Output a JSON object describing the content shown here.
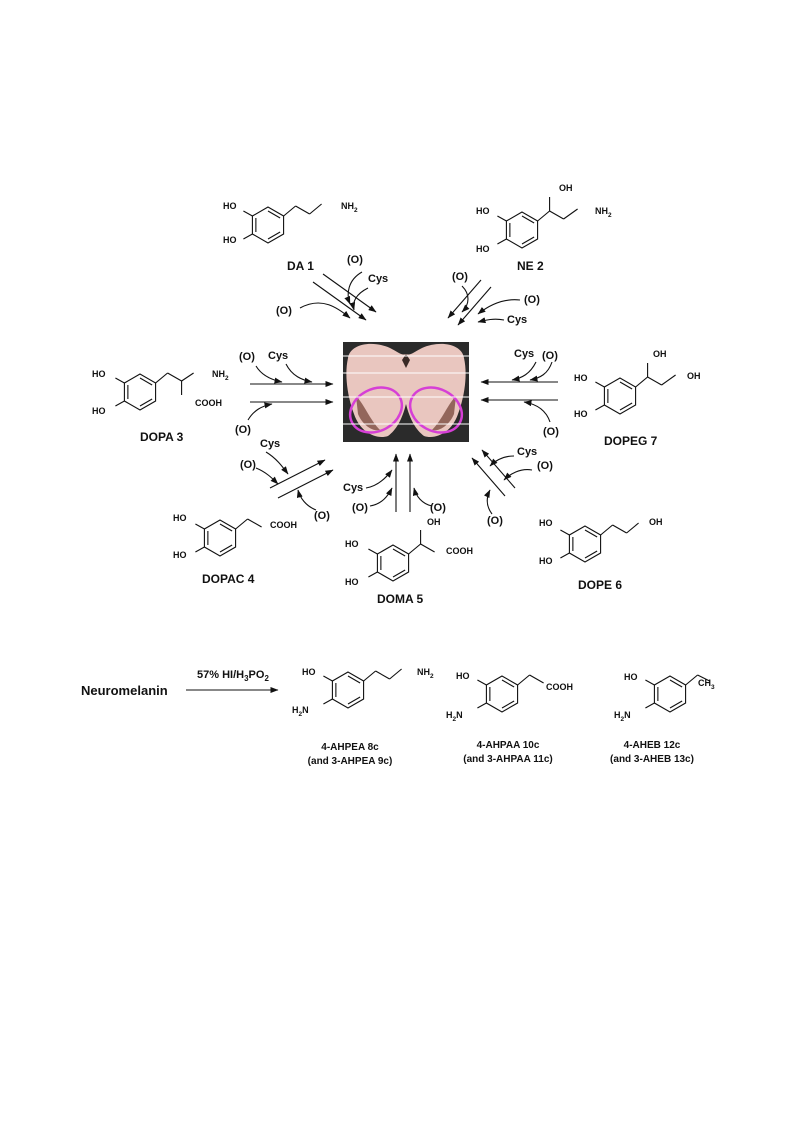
{
  "compounds": [
    {
      "id": "da",
      "label": "DA 1",
      "substituents": [
        "HO",
        "HO",
        "NH2"
      ]
    },
    {
      "id": "ne",
      "label": "NE 2",
      "substituents": [
        "HO",
        "HO",
        "OH",
        "NH2"
      ]
    },
    {
      "id": "dopa",
      "label": "DOPA 3",
      "substituents": [
        "HO",
        "HO",
        "NH2",
        "COOH"
      ]
    },
    {
      "id": "dopac",
      "label": "DOPAC 4",
      "substituents": [
        "HO",
        "HO",
        "COOH"
      ]
    },
    {
      "id": "doma",
      "label": "DOMA 5",
      "substituents": [
        "HO",
        "HO",
        "OH",
        "COOH"
      ]
    },
    {
      "id": "dope",
      "label": "DOPE 6",
      "substituents": [
        "HO",
        "HO",
        "OH"
      ]
    },
    {
      "id": "dopeg",
      "label": "DOPEG 7",
      "substituents": [
        "HO",
        "HO",
        "OH",
        "OH"
      ]
    }
  ],
  "agents": {
    "oxidant": "(O)",
    "cysteine": "Cys"
  },
  "degradation": {
    "substrate": "Neuromelanin",
    "reagent": "57% HI/H3PO2",
    "products": [
      {
        "line1": "4-AHPEA 8c",
        "line2": "(and 3-AHPEA 9c)",
        "substituents": [
          "HO",
          "H2N",
          "NH2"
        ]
      },
      {
        "line1": "4-AHPAA 10c",
        "line2": "(and 3-AHPAA 11c)",
        "substituents": [
          "HO",
          "H2N",
          "COOH"
        ]
      },
      {
        "line1": "4-AHEB 12c",
        "line2": "(and 3-AHEB 13c)",
        "substituents": [
          "HO",
          "H2N",
          "CH3"
        ]
      }
    ]
  },
  "colors": {
    "ink": "#111111",
    "highlight": "#d63fd6",
    "tissue": "#e9c6bf",
    "tissue_dark": "#8a5b50",
    "background_dark": "#2b2b2b"
  }
}
